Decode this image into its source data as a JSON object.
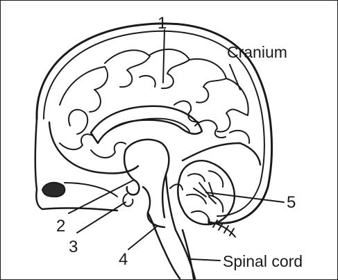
{
  "labels": {
    "part_1": "1",
    "part_2": "2",
    "part_3": "3",
    "part_4": "4",
    "part_5": "5",
    "cranium": "Cranium",
    "spinal_cord": "Spinal cord"
  },
  "colors": {
    "ink": "#1a1a1a",
    "background": "#ffffff"
  }
}
